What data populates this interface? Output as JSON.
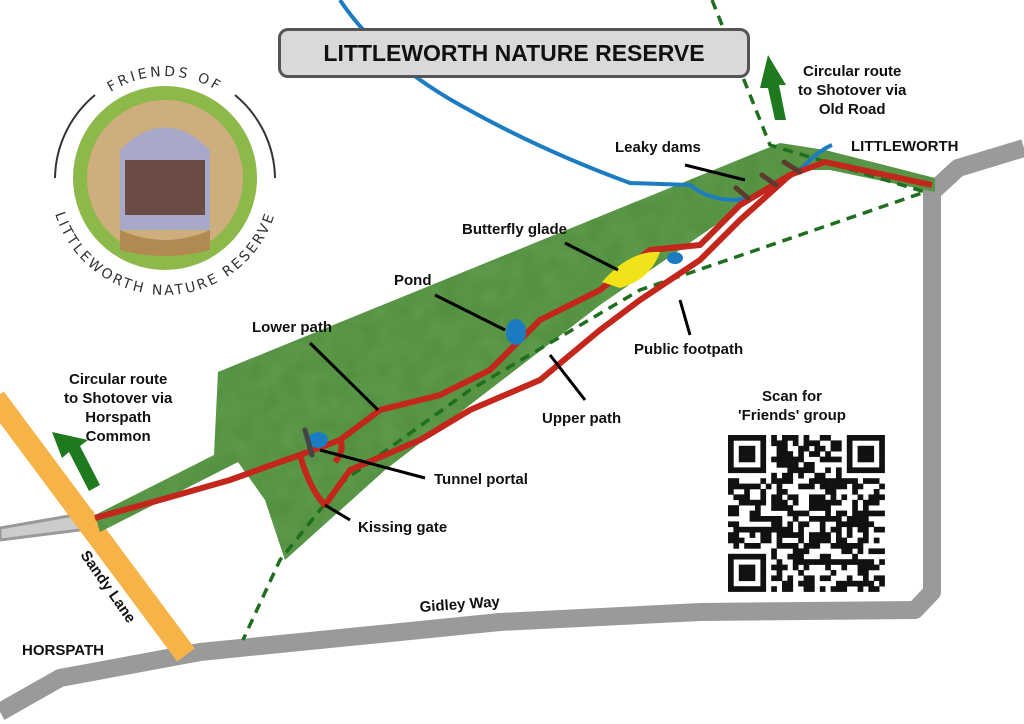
{
  "title": "LITTLEWORTH NATURE RESERVE",
  "logo": {
    "top_text": "FRIENDS OF",
    "bottom_text": "LITTLEWORTH NATURE RESERVE"
  },
  "labels": {
    "route_old_road": [
      "Circular route",
      "to Shotover via",
      "Old Road"
    ],
    "route_horspath": [
      "Circular route",
      "to Shotover via",
      "Horspath",
      "Common"
    ],
    "littleworth": "LITTLEWORTH",
    "leaky_dams": "Leaky dams",
    "butterfly_glade": "Butterfly glade",
    "pond": "Pond",
    "lower_path": "Lower path",
    "public_footpath": "Public footpath",
    "upper_path": "Upper path",
    "tunnel_portal": "Tunnel portal",
    "kissing_gate": "Kissing gate",
    "gidley_way": "Gidley Way",
    "sandy_lane": "Sandy Lane",
    "horspath": "HORSPATH",
    "qr_caption": [
      "Scan for",
      "'Friends' group"
    ]
  },
  "colors": {
    "reserve": "#4f8d3c",
    "path": "#c3261b",
    "river": "#1c7cc2",
    "road": "#9a9a9a",
    "sandy_lane": "#f6b448",
    "footpath": "#1f6e1f",
    "arrow": "#1f7a1f"
  }
}
